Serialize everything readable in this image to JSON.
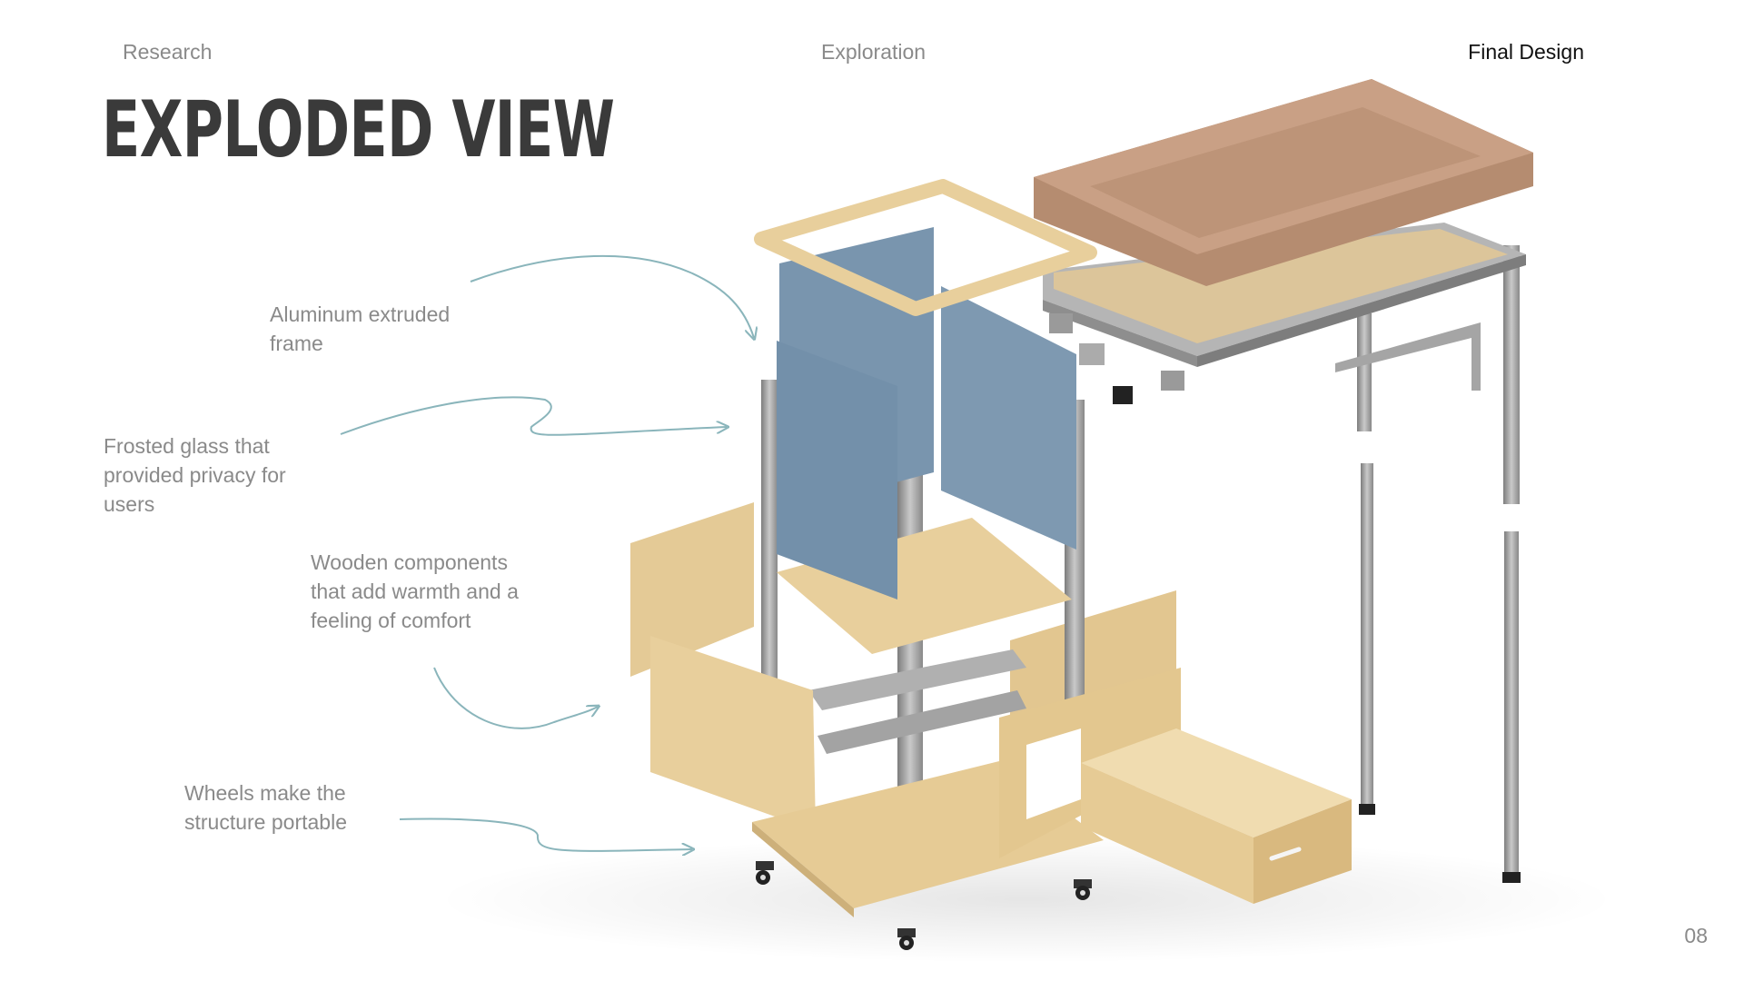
{
  "nav": {
    "research": "Research",
    "exploration": "Exploration",
    "final_design": "Final Design"
  },
  "title": "EXPLODED VIEW",
  "annotations": {
    "frame": "Aluminum extruded frame",
    "glass": "Frosted glass that provided privacy for users",
    "wood": "Wooden components that add warmth and a feeling of comfort",
    "wheels": "Wheels make the structure portable"
  },
  "page_number": "08",
  "colors": {
    "wood": "#e8cf9c",
    "wood_dark": "#d6b57a",
    "glass": "#7b97b0",
    "cushion": "#c59c80",
    "metal": "#9a9a9a",
    "arrow": "#8ab5bb"
  }
}
